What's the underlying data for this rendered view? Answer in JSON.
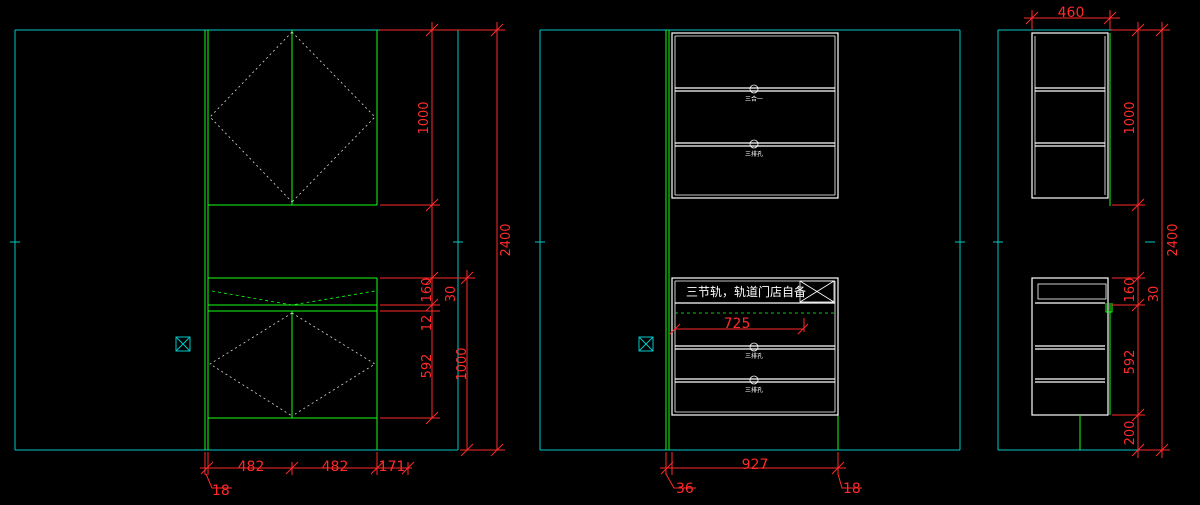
{
  "front": {
    "dims": {
      "total_height": "2400",
      "upper_height": "1000",
      "d_160": "160",
      "d_30": "30",
      "d_12": "12",
      "d_592": "592",
      "d_1000b": "1000",
      "w_482a": "482",
      "w_482b": "482",
      "w_171": "171",
      "w_18": "18"
    }
  },
  "interior": {
    "notes": {
      "note_a": "三合一",
      "note_b": "三排孔",
      "note_c": "三排孔",
      "note_d": "三排孔",
      "rail_note": "三节轨，轨道门店自备"
    },
    "dims": {
      "w_725": "725",
      "w_927": "927",
      "w_36": "36",
      "w_18": "18"
    }
  },
  "side": {
    "dims": {
      "depth_460": "460",
      "total_height": "2400",
      "upper_height": "1000",
      "d_160": "160",
      "d_30": "30",
      "d_592": "592",
      "d_200": "200"
    }
  }
}
